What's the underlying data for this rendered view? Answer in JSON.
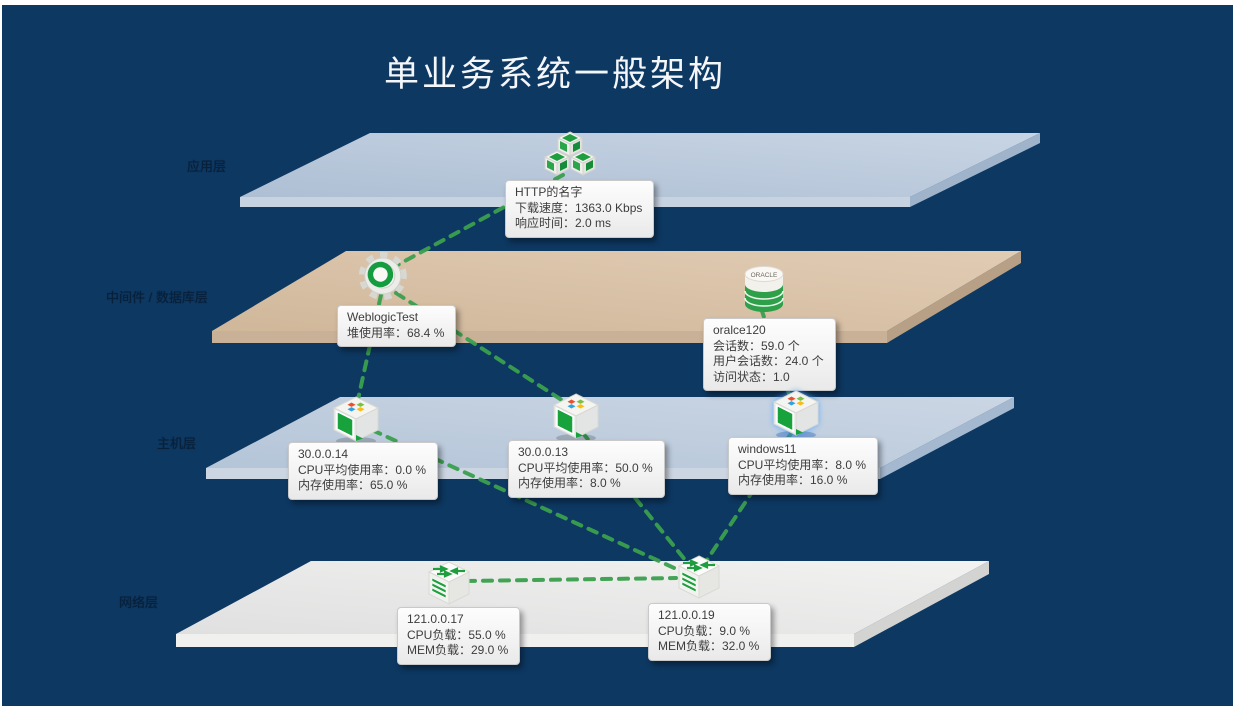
{
  "title": "单业务系统一般架构",
  "colors": {
    "background": "#0d3862",
    "link_green": "#3aa04e",
    "layer_app_top": "#bac9db",
    "layer_middleware_top": "#d9c3a9",
    "layer_host_top": "#bccbdc",
    "layer_network_top": "#e9e9e9",
    "card_background": "#f5f5f5"
  },
  "layers": [
    {
      "label": "应用层"
    },
    {
      "label": "中间件 / 数据库层"
    },
    {
      "label": "主机层"
    },
    {
      "label": "网络层"
    }
  ],
  "nodes": [
    {
      "name": "HTTP的名字",
      "icon": "http-app-cubes-icon",
      "metrics": [
        "下载速度：1363.0 Kbps",
        "响应时间：2.0 ms"
      ]
    },
    {
      "name": "WeblogicTest",
      "icon": "weblogic-gear-icon",
      "metrics": [
        "堆使用率：68.4 %"
      ]
    },
    {
      "name": "oralce120",
      "icon": "oracle-database-icon",
      "icon_label": "ORACLE",
      "metrics": [
        "会话数：59.0 个",
        "用户会话数：24.0 个",
        "访问状态：1.0"
      ]
    },
    {
      "name": "30.0.0.14",
      "icon": "windows-host-icon",
      "metrics": [
        "CPU平均使用率：0.0 %",
        "内存使用率：65.0 %"
      ]
    },
    {
      "name": "30.0.0.13",
      "icon": "windows-host-icon",
      "metrics": [
        "CPU平均使用率：50.0 %",
        "内存使用率：8.0 %"
      ]
    },
    {
      "name": "windows11",
      "icon": "windows-host-icon",
      "metrics": [
        "CPU平均使用率：8.0 %",
        "内存使用率：16.0 %"
      ]
    },
    {
      "name": "121.0.0.17",
      "icon": "network-device-icon",
      "metrics": [
        "CPU负载：55.0 %",
        "MEM负载：29.0 %"
      ]
    },
    {
      "name": "121.0.0.19",
      "icon": "network-device-icon",
      "metrics": [
        "CPU负载：9.0 %",
        "MEM负载：32.0 %"
      ]
    }
  ],
  "connections": [
    {
      "from": "HTTP的名字",
      "to": "WeblogicTest"
    },
    {
      "from": "WeblogicTest",
      "to": "30.0.0.14"
    },
    {
      "from": "WeblogicTest",
      "to": "30.0.0.13"
    },
    {
      "from": "oralce120",
      "to": "windows11"
    },
    {
      "from": "30.0.0.14",
      "to": "121.0.0.19"
    },
    {
      "from": "30.0.0.13",
      "to": "121.0.0.19"
    },
    {
      "from": "windows11",
      "to": "121.0.0.19"
    },
    {
      "from": "121.0.0.17",
      "to": "121.0.0.19"
    }
  ]
}
